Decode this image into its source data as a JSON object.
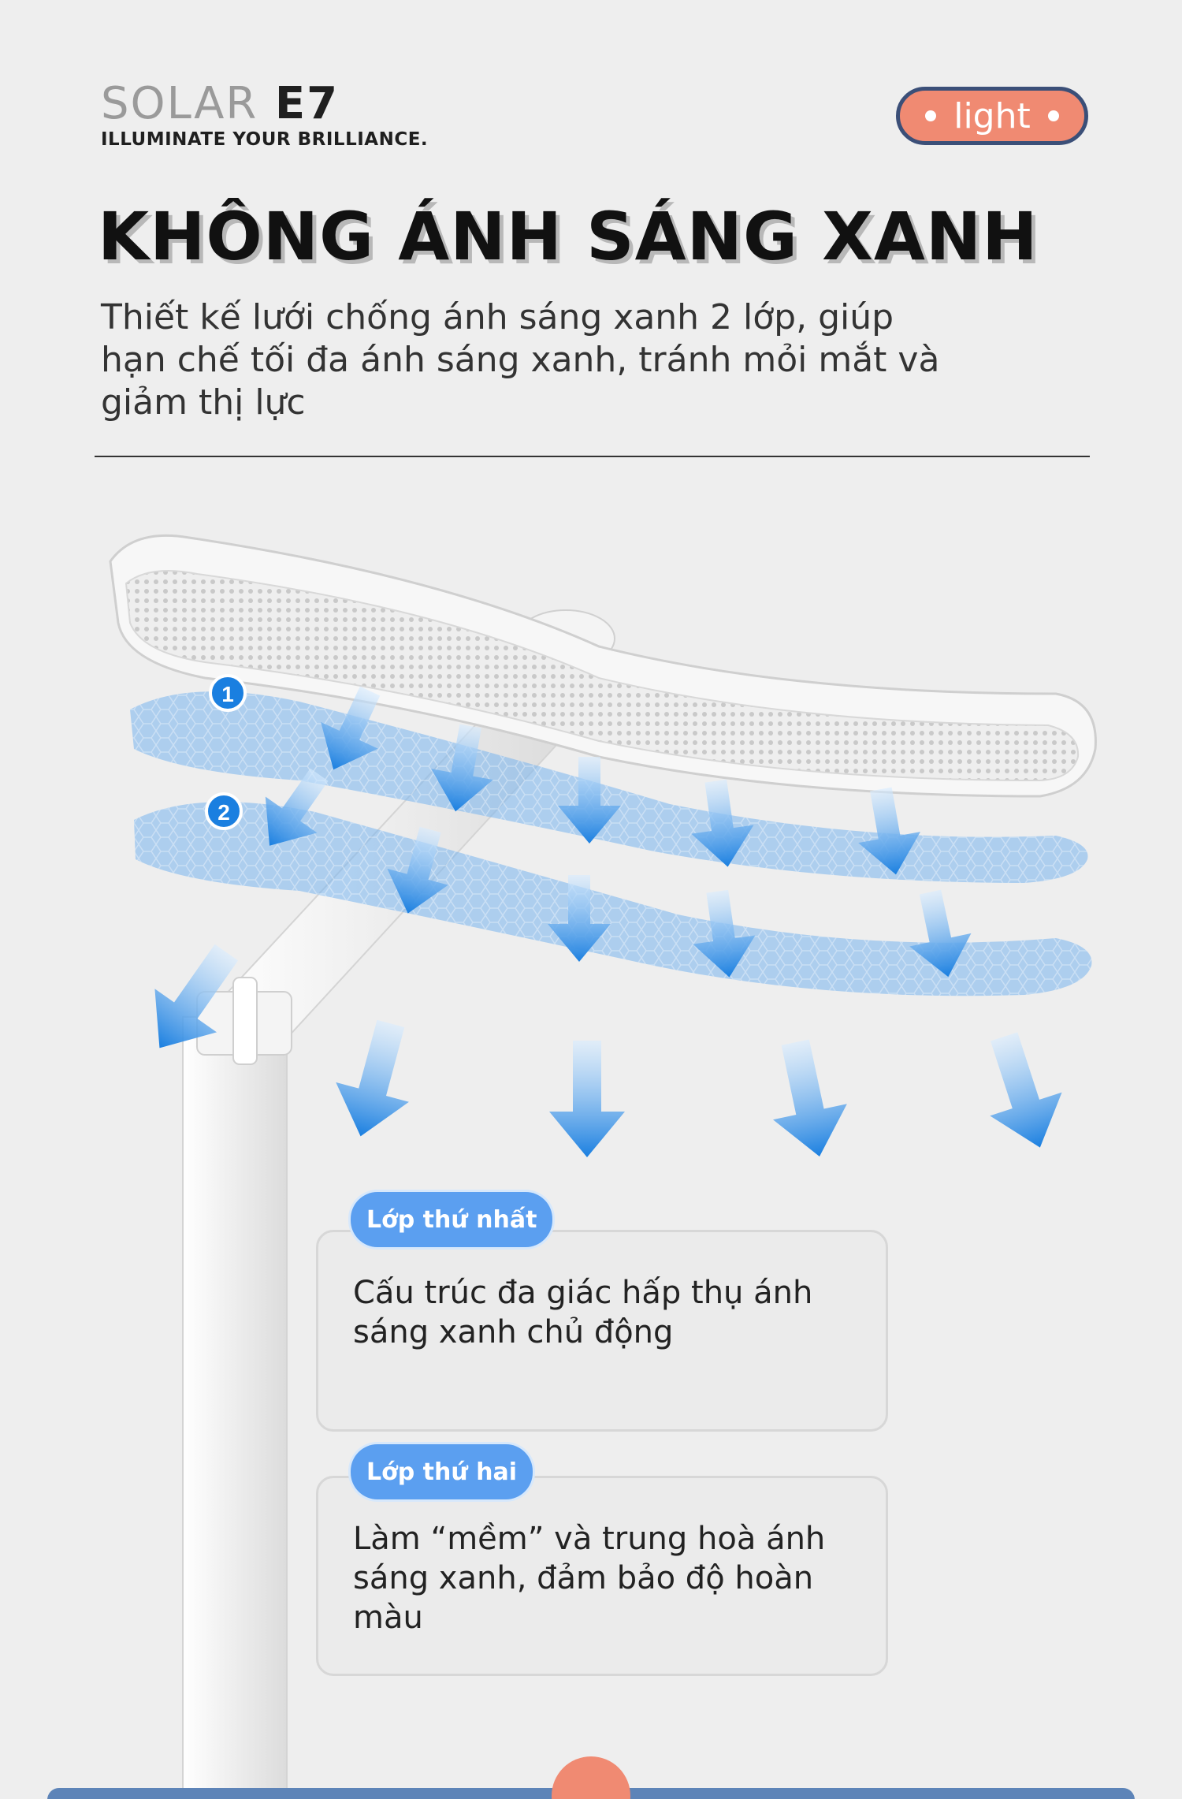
{
  "brand": {
    "name_part1": "SOLAR",
    "name_part2": "E7",
    "tagline": "ILLUMINATE YOUR BRILLIANCE."
  },
  "pill": {
    "label": "light"
  },
  "heading": "KHÔNG ÁNH SÁNG XANH",
  "description": "Thiết kế lưới chống ánh sáng xanh 2 lớp, giúp hạn chế tối đa ánh sáng xanh, tránh mỏi mắt và giảm thị lực",
  "layers": [
    {
      "number": "1",
      "badge": "Lớp thứ nhất",
      "text": "Cấu trúc đa giác hấp thụ ánh sáng xanh chủ động"
    },
    {
      "number": "2",
      "badge": "Lớp thứ hai",
      "text": "Làm “mềm” và trung hoà ánh sáng xanh, đảm bảo độ hoàn màu"
    }
  ],
  "colors": {
    "background": "#eeeeee",
    "pill": "#f08a72",
    "pill_border": "#3b4f78",
    "accent_blue": "#5b9ff0",
    "arrow_blue": "#1a7fe0"
  }
}
